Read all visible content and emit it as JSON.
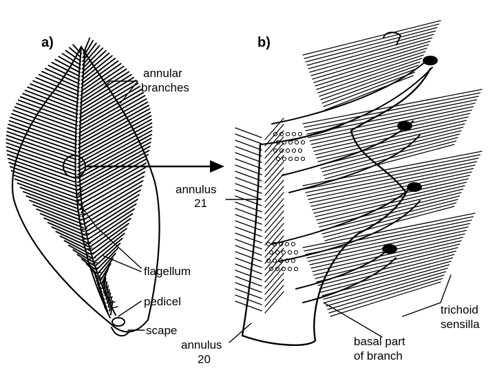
{
  "figure": {
    "panel_a_label": "a)",
    "panel_b_label": "b)",
    "labels": {
      "annular_branches_1": "annular",
      "annular_branches_2": "branches",
      "flagellum": "flagellum",
      "pedicel": "pedicel",
      "scape": "scape",
      "annulus21_1": "annulus",
      "annulus21_2": "21",
      "annulus20_1": "annulus",
      "annulus20_2": "20",
      "trichoid_1": "trichoid",
      "trichoid_2": "sensilla",
      "basal_1": "basal part",
      "basal_2": "of branch"
    },
    "colors": {
      "ink": "#000000",
      "background": "#ffffff"
    }
  }
}
